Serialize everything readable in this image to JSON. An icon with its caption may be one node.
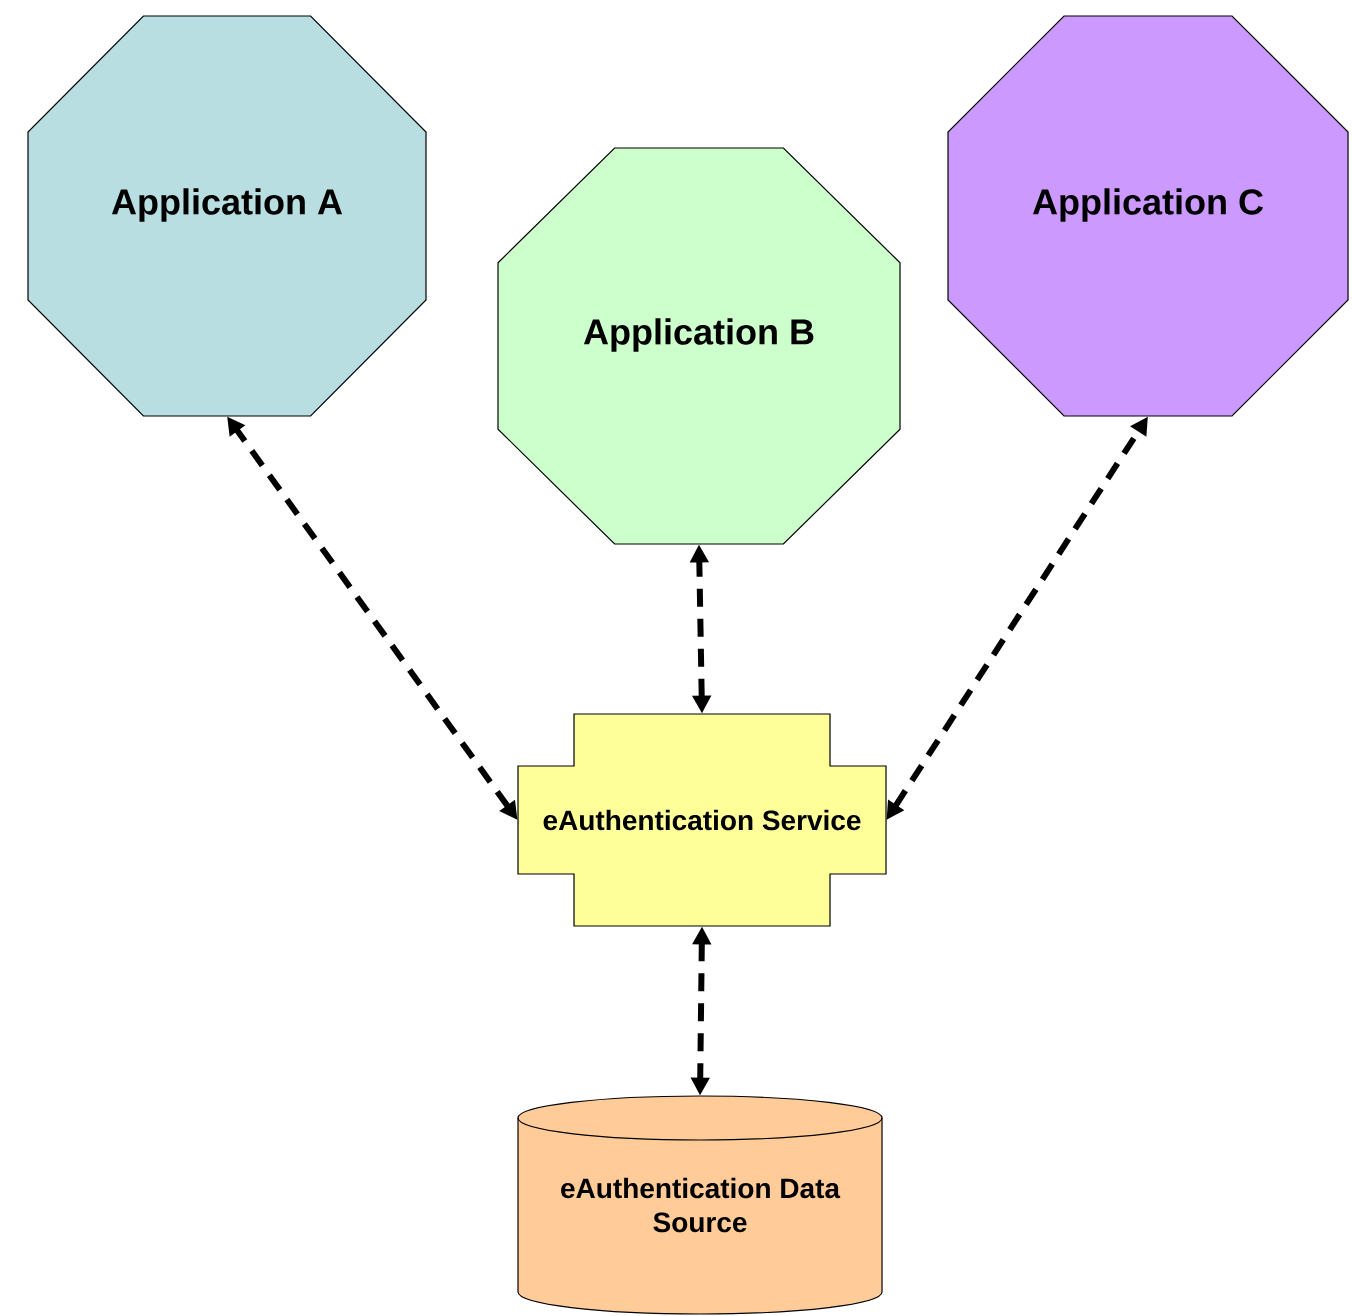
{
  "diagram": {
    "nodes": [
      {
        "text": [
          "Application A"
        ]
      },
      {
        "text": [
          "Application B"
        ]
      },
      {
        "text": [
          "Application C"
        ]
      },
      {
        "text": [
          "eAuthentication Service"
        ]
      },
      {
        "text": [
          "eAuthentication Data Source"
        ]
      }
    ],
    "edges": [
      {
        "from": 3,
        "to": 0,
        "arrow": "both",
        "style": "dashed"
      },
      {
        "from": 3,
        "to": 1,
        "arrow": "both",
        "style": "dashed"
      },
      {
        "from": 3,
        "to": 2,
        "arrow": "both",
        "style": "dashed"
      },
      {
        "from": 3,
        "to": 4,
        "arrow": "both",
        "style": "dashed"
      }
    ]
  }
}
